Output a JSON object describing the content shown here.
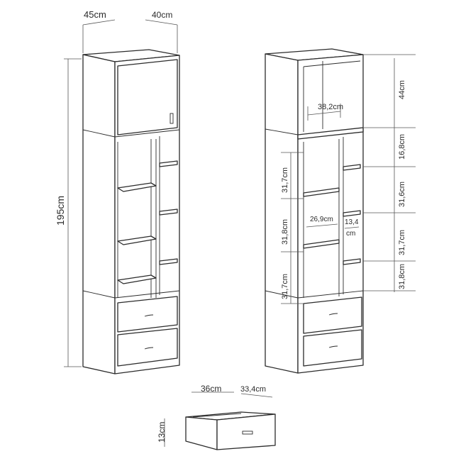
{
  "labels": {
    "width_left": "45cm",
    "depth_left": "40cm",
    "height_total": "195cm",
    "top_section_height": "44cm",
    "inner_width": "38,2cm",
    "shelf_gap_1": "16,8cm",
    "shelf_gap_2": "31,6cm",
    "shelf_gap_3": "31,7cm",
    "shelf_gap_4": "31,8cm",
    "left_gap_1": "31,7cm",
    "left_gap_2": "31,8cm",
    "left_gap_3": "31,7cm",
    "middle_width": "26,9cm",
    "narrow_width_a": "13,4",
    "narrow_width_b": "cm",
    "drawer_width": "36cm",
    "drawer_depth": "33,4cm",
    "drawer_height": "13cm"
  }
}
